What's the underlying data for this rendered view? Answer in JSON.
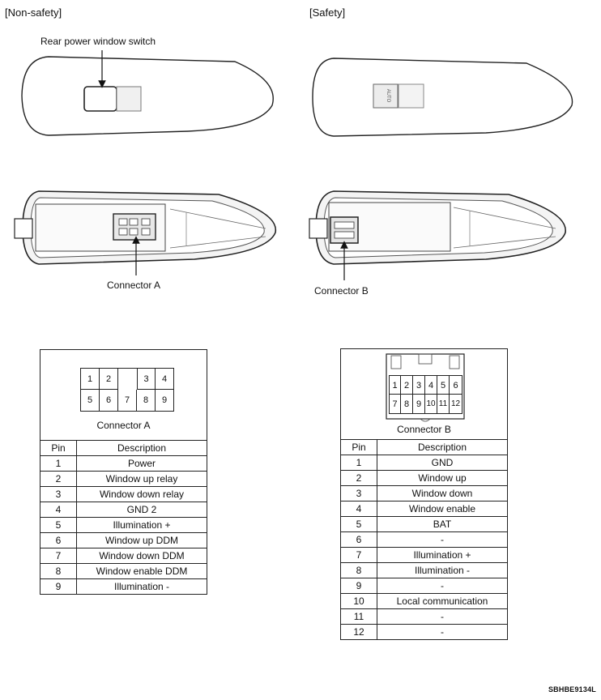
{
  "headers": {
    "non_safety": "[Non-safety]",
    "safety": "[Safety]"
  },
  "labels": {
    "rear_switch": "Rear power window switch",
    "connector_a": "Connector A",
    "connector_b": "Connector B"
  },
  "connector_a": {
    "caption": "Connector A",
    "top_row": [
      "1",
      "2",
      "",
      "3",
      "4"
    ],
    "bottom_row": [
      "5",
      "6",
      "7",
      "8",
      "9"
    ]
  },
  "connector_b": {
    "caption": "Connector B",
    "top_row": [
      "1",
      "2",
      "3",
      "4",
      "5",
      "6"
    ],
    "bottom_row": [
      "7",
      "8",
      "9",
      "10",
      "11",
      "12"
    ]
  },
  "table_a": {
    "col_pin": "Pin",
    "col_desc": "Description",
    "rows": [
      {
        "pin": "1",
        "desc": "Power"
      },
      {
        "pin": "2",
        "desc": "Window up relay"
      },
      {
        "pin": "3",
        "desc": "Window down relay"
      },
      {
        "pin": "4",
        "desc": "GND 2"
      },
      {
        "pin": "5",
        "desc": "Illumination +"
      },
      {
        "pin": "6",
        "desc": "Window up DDM"
      },
      {
        "pin": "7",
        "desc": "Window down DDM"
      },
      {
        "pin": "8",
        "desc": "Window enable DDM"
      },
      {
        "pin": "9",
        "desc": "Illumination -"
      }
    ]
  },
  "table_b": {
    "col_pin": "Pin",
    "col_desc": "Description",
    "rows": [
      {
        "pin": "1",
        "desc": "GND"
      },
      {
        "pin": "2",
        "desc": "Window up"
      },
      {
        "pin": "3",
        "desc": "Window down"
      },
      {
        "pin": "4",
        "desc": "Window enable"
      },
      {
        "pin": "5",
        "desc": "BAT"
      },
      {
        "pin": "6",
        "desc": "-"
      },
      {
        "pin": "7",
        "desc": "Illumination +"
      },
      {
        "pin": "8",
        "desc": "Illumination -"
      },
      {
        "pin": "9",
        "desc": "-"
      },
      {
        "pin": "10",
        "desc": "Local communication"
      },
      {
        "pin": "11",
        "desc": "-"
      },
      {
        "pin": "12",
        "desc": "-"
      }
    ]
  },
  "auto_label": "AUTO",
  "figure_code": "SBHBE9134L"
}
